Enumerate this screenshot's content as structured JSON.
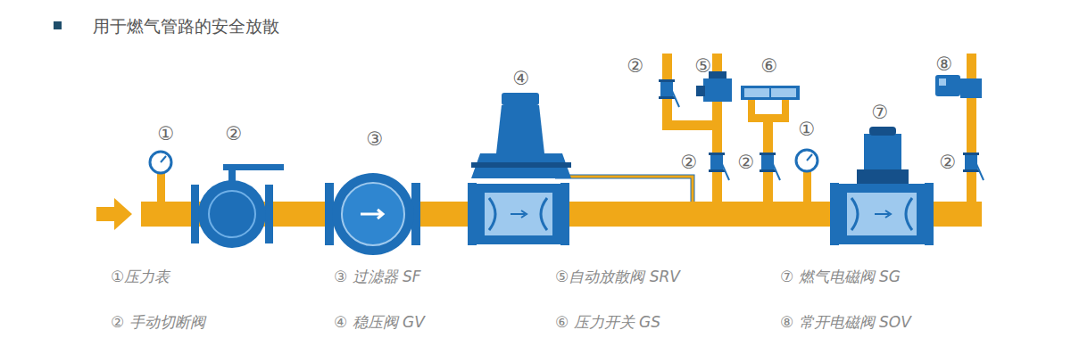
{
  "diagram": {
    "title": "用于燃气管路的安全放散",
    "labels": [
      "②",
      "⑤",
      "⑥",
      "⑧",
      "④",
      "①",
      "②",
      "③",
      "⑦",
      "②",
      "②",
      "①",
      "②",
      "①压力表",
      "③ 过滤器 SF",
      "⑤自动放散阀 SRV",
      "⑦ 燃气电磁阀 SG",
      "② 手动切断阀",
      "④ 稳压阀 GV",
      "⑥ 压力开关 GS",
      "⑧ 常开电磁阀 SOV"
    ]
  }
}
